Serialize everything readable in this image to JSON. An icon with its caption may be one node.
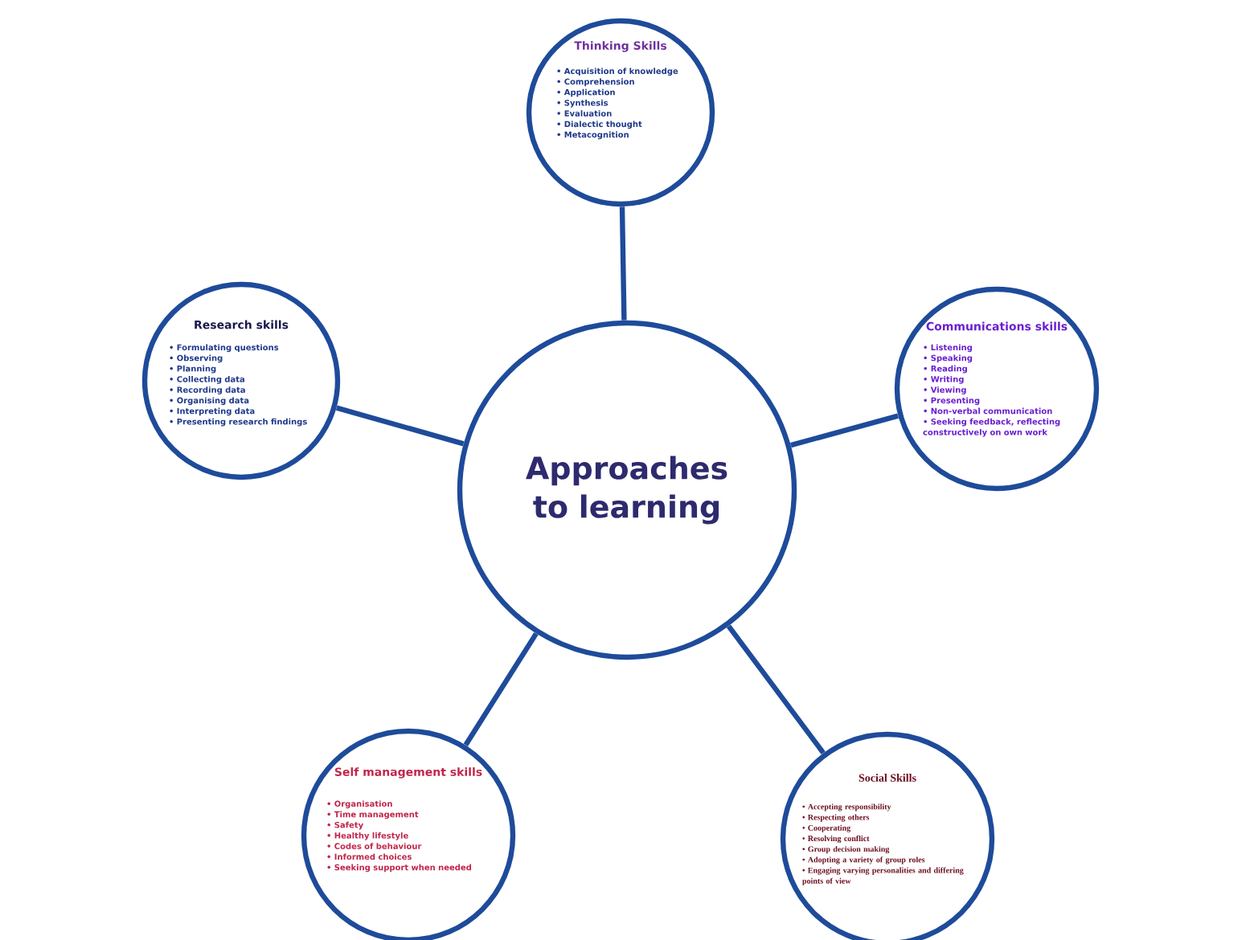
{
  "diagram": {
    "nodes": [
      {
        "text": [
          "Thinking Skills",
          "• Acquisition of knowledge",
          "• Comprehension",
          "• Application",
          "• Synthesis",
          "• Evaluation",
          "• Dialectic thought",
          "• Metacognition"
        ]
      },
      {
        "text": [
          "Research skills",
          "• Formulating questions",
          "• Observing",
          "• Planning",
          "• Collecting data",
          "• Recording data",
          "• Organising data",
          "• Interpreting data",
          "• Presenting research findings"
        ]
      },
      {
        "text": [
          "Approaches to learning"
        ]
      },
      {
        "text": [
          "Communications skills",
          "• Listening",
          "• Speaking",
          "• Reading",
          "• Writing",
          "• Viewing",
          "• Presenting",
          "• Non-verbal communication",
          "• Seeking feedback, reflecting constructively on own work"
        ]
      },
      {
        "text": [
          "Self management skills",
          "• Organisation",
          "• Time management",
          "• Safety",
          "• Healthy lifestyle",
          "• Codes of behaviour",
          "• Informed choices",
          "• Seeking support when needed"
        ]
      },
      {
        "text": [
          "Social Skills",
          "• Accepting responsibility",
          "• Respecting others",
          "• Cooperating",
          "• Resolving conflict",
          "• Group decision making",
          "• Adopting a variety of group roles",
          "• Engaging varying personalities and differing points of view"
        ]
      }
    ],
    "edges": [
      {
        "from": 2,
        "to": 0,
        "arrow": "none"
      },
      {
        "from": 2,
        "to": 1,
        "arrow": "none"
      },
      {
        "from": 2,
        "to": 3,
        "arrow": "none"
      },
      {
        "from": 2,
        "to": 4,
        "arrow": "none"
      },
      {
        "from": 2,
        "to": 5,
        "arrow": "none"
      }
    ]
  }
}
